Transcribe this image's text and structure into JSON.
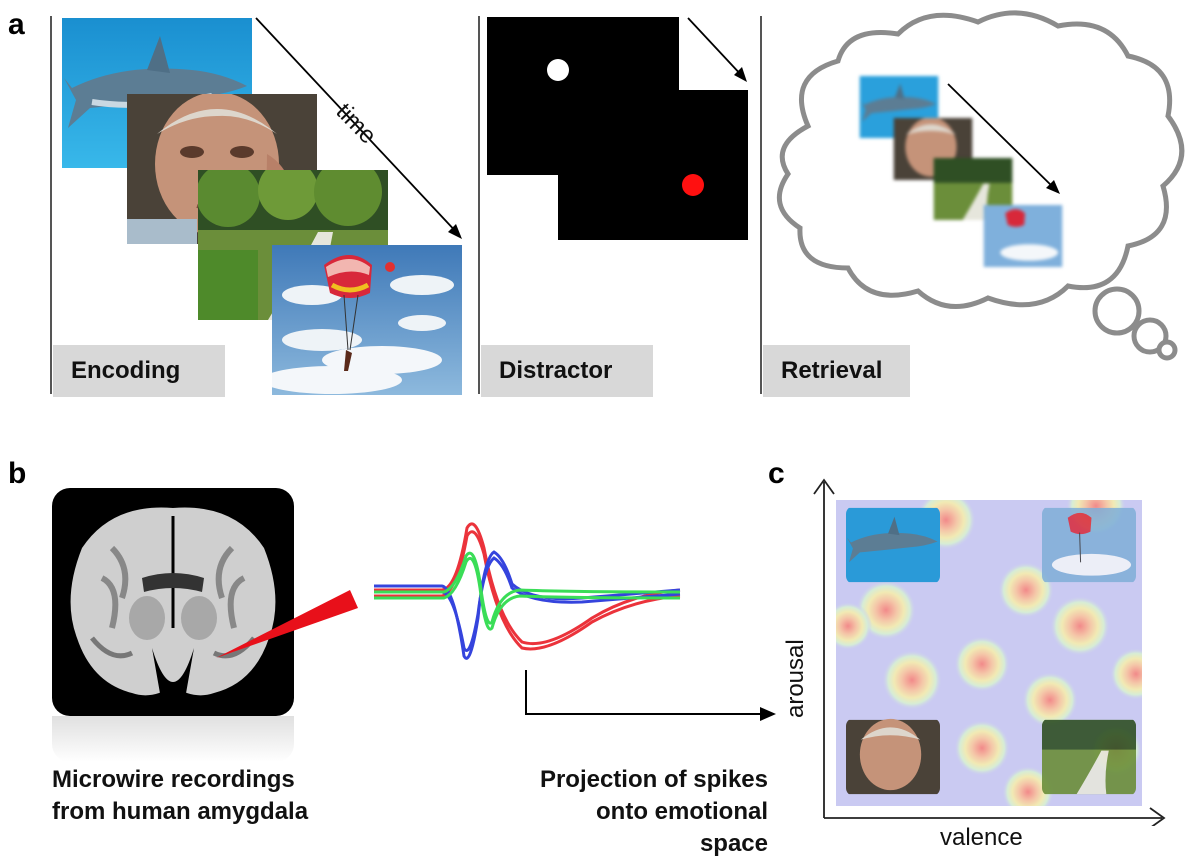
{
  "panels": {
    "a": "a",
    "b": "b",
    "c": "c"
  },
  "stages": {
    "encoding": "Encoding",
    "distractor": "Distractor",
    "retrieval": "Retrieval"
  },
  "time_label": "time",
  "captions": {
    "recording_line1": "Microwire recordings",
    "recording_line2": "from human amygdala",
    "projection_line1": "Projection of spikes",
    "projection_line2": "onto emotional space"
  },
  "axes": {
    "x": "valence",
    "y": "arousal"
  },
  "colors": {
    "spike_red": "#e8101a",
    "spike_green": "#18d83a",
    "spike_blue": "#1224d8",
    "map_bg": "#c9c9f2",
    "dot_red": "#ff1010"
  }
}
